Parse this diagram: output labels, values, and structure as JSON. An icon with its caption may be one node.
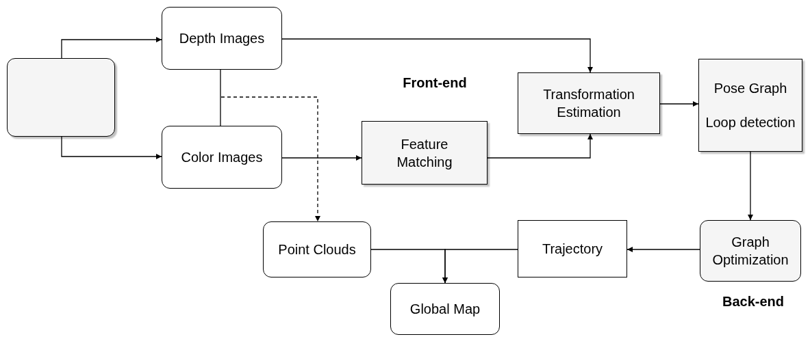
{
  "diagram": {
    "nodes": [
      {
        "text": [],
        "shape": "box"
      },
      {
        "text": [
          "Depth Images"
        ]
      },
      {
        "text": [
          "Color Images"
        ]
      },
      {
        "text": [
          "Feature Matching"
        ]
      },
      {
        "text": [
          "Transformation Estimation"
        ]
      },
      {
        "text": [
          "Pose Graph",
          "Loop detection"
        ]
      },
      {
        "text": [
          "Graph Optimization"
        ]
      },
      {
        "text": [
          "Trajectory"
        ]
      },
      {
        "text": [
          "Point Clouds"
        ]
      },
      {
        "text": [
          "Global Map"
        ]
      }
    ],
    "edges": [
      {
        "from": 0,
        "to": 1,
        "arrow": "to"
      },
      {
        "from": 0,
        "to": 2,
        "arrow": "to"
      },
      {
        "from": 1,
        "to": 2,
        "arrow": "none"
      },
      {
        "from": 1,
        "to": 8,
        "arrow": "to",
        "style": "dashed"
      },
      {
        "from": 1,
        "to": 4,
        "arrow": "to"
      },
      {
        "from": 2,
        "to": 3,
        "arrow": "to"
      },
      {
        "from": 3,
        "to": 4,
        "arrow": "to"
      },
      {
        "from": 4,
        "to": 5,
        "arrow": "to"
      },
      {
        "from": 5,
        "to": 6,
        "arrow": "to"
      },
      {
        "from": 6,
        "to": 7,
        "arrow": "to"
      },
      {
        "from": 7,
        "to": 9,
        "arrow": "to"
      },
      {
        "from": 8,
        "to": 9,
        "arrow": "to"
      }
    ],
    "labels": [
      "Front-end",
      "Back-end"
    ]
  }
}
